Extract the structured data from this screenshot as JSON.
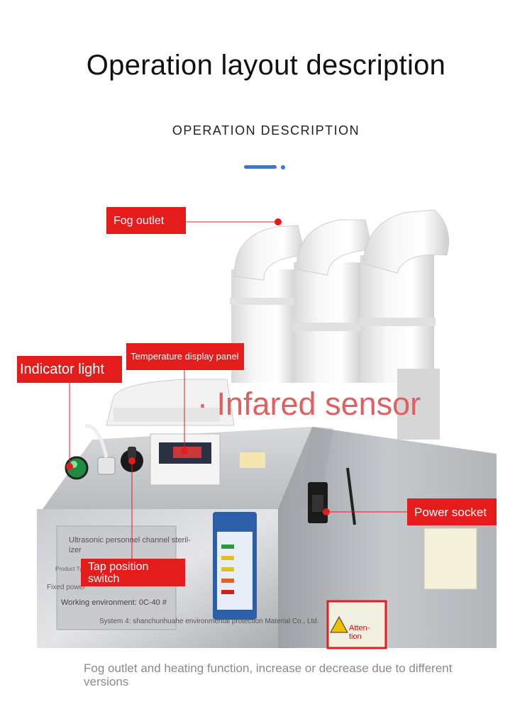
{
  "header": {
    "title": "Operation layout description",
    "subtitle": "OPERATION DESCRIPTION"
  },
  "callouts": {
    "fog_outlet": "Fog outlet",
    "indicator_light": "Indicator light",
    "temperature_display": "Temperature display panel",
    "infrared_sensor": "· Infared sensor",
    "power_socket": "Power socket",
    "tap_switch": "Tap position switch"
  },
  "nameplate": {
    "line1": "Ultrasonic personnel channel steril-",
    "line2": "izer",
    "product_type": "Product Type",
    "fixed_power": "Fixed power",
    "working_environment": "Working environment: 0C-40 #",
    "system_line": "System 4: shanchunhuahe environmental protection Material Co., Ltd."
  },
  "warning": {
    "label": "Atten-\ntion"
  },
  "footer": {
    "note": "Fog outlet and heating function, increase or decrease due to different versions"
  },
  "colors": {
    "callout_red": "#e41c1c",
    "accent_blue": "#3a78d8",
    "steel": "#b9bcc0"
  }
}
